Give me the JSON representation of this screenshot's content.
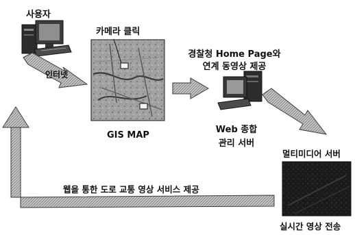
{
  "labels": {
    "user": "사용자",
    "internet": "인터넷",
    "camera_click": "카메라 클릭",
    "gis_map": "GIS MAP",
    "police_link_line1": "경찰청 Home Page와",
    "police_link_line2": "연계 동영상 제공",
    "web_server_line1": "Web 종합",
    "web_server_line2": "관리 서버",
    "multimedia_server": "멀티미디어 서버",
    "realtime_transfer": "실시간 영상 전송",
    "return_service": "웹을 통한 도로 교통 영상 서비스 제공"
  },
  "icons": [
    "user-computer-icon",
    "gis-map-image",
    "web-server-computer-icon",
    "multimedia-video-image",
    "camera-marker-icon"
  ],
  "colors": {
    "arrow_fill": "#b4b4b4",
    "arrow_stroke": "#3a3a3a",
    "map_bg": "#9a9a9a",
    "video_bg": "#161616"
  }
}
